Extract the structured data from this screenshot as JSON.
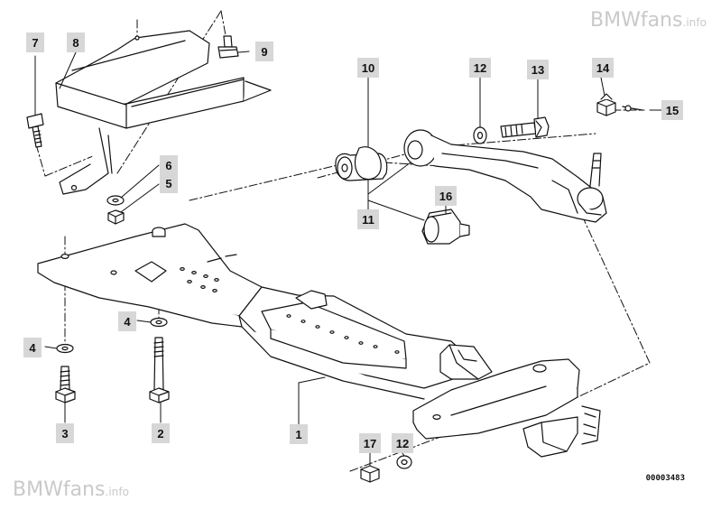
{
  "watermark": {
    "brand": "BMWfans",
    "suffix": ".info"
  },
  "drawing_code": "00003483",
  "callouts": [
    {
      "id": "c1",
      "label": "1",
      "part": "front-axle-carrier"
    },
    {
      "id": "c2",
      "label": "2",
      "part": "long-bolt"
    },
    {
      "id": "c3",
      "label": "3",
      "part": "short-bolt"
    },
    {
      "id": "c4a",
      "label": "4",
      "part": "washer-left"
    },
    {
      "id": "c4b",
      "label": "4",
      "part": "washer-right"
    },
    {
      "id": "c5",
      "label": "5",
      "part": "nut"
    },
    {
      "id": "c6",
      "label": "6",
      "part": "washer"
    },
    {
      "id": "c7",
      "label": "7",
      "part": "bolt"
    },
    {
      "id": "c8",
      "label": "8",
      "part": "bracket"
    },
    {
      "id": "c9",
      "label": "9",
      "part": "bolt"
    },
    {
      "id": "c10",
      "label": "10",
      "part": "rubber-mount"
    },
    {
      "id": "c11",
      "label": "11",
      "part": "bushing-set"
    },
    {
      "id": "c12a",
      "label": "12",
      "part": "washer-top"
    },
    {
      "id": "c12b",
      "label": "12",
      "part": "washer-bottom"
    },
    {
      "id": "c13",
      "label": "13",
      "part": "hex-bolt"
    },
    {
      "id": "c14",
      "label": "14",
      "part": "self-locking-nut"
    },
    {
      "id": "c15",
      "label": "15",
      "part": "cotter-pin"
    },
    {
      "id": "c16",
      "label": "16",
      "part": "rubber-bushing"
    },
    {
      "id": "c17",
      "label": "17",
      "part": "hex-nut"
    }
  ]
}
